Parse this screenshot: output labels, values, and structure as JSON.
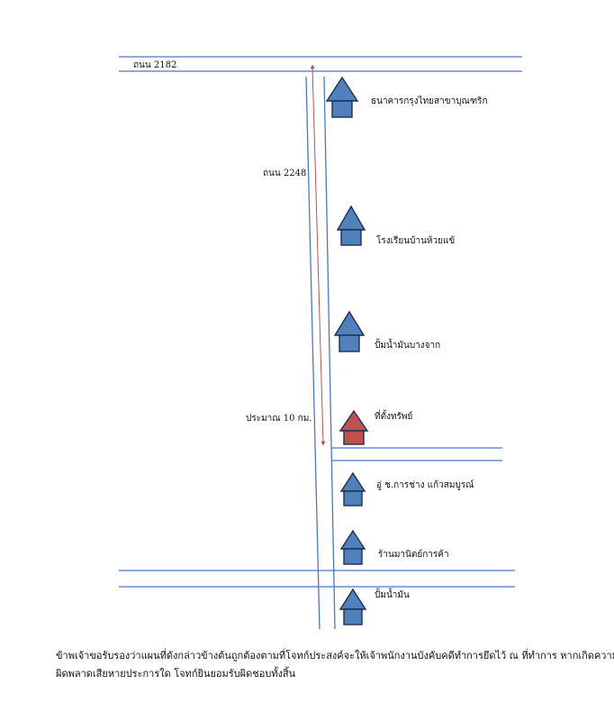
{
  "roads": {
    "top_road_label": "ถนน 2182",
    "vertical_road_label": "ถนน 2248",
    "distance_label": "ประมาณ 10 กม."
  },
  "places": [
    {
      "label": "ธนาคารกรุงไทยสาขาบุณฑริก",
      "kind": "landmark"
    },
    {
      "label": "โรงเรียนบ้านห้วยแข้",
      "kind": "landmark"
    },
    {
      "label": "ปั้มน้ำมันบางจาก",
      "kind": "landmark"
    },
    {
      "label": "ที่ตั้งทรัพย์",
      "kind": "property"
    },
    {
      "label": "อู่ ช.การช่าง แก้วสมบูรณ์",
      "kind": "landmark"
    },
    {
      "label": "ร้านมานิตย์การค้า",
      "kind": "landmark"
    },
    {
      "label": "ปั้มน้ำมัน",
      "kind": "landmark"
    }
  ],
  "colors": {
    "road": "#4a78c8",
    "landmark_fill": "#4f81bd",
    "property_fill": "#c0504d",
    "outline": "#1f2f4f",
    "distance_arrow": "#c0504d"
  },
  "icons": {
    "house": "house-icon"
  },
  "footer": {
    "line1": "ข้าพเจ้าขอรับรองว่าแผนที่ดังกล่าวข้างต้นถูกต้องตามที่โจทก์ประสงค์จะให้เจ้าพนักงานบังคับคดีทำการยึดไว้ ณ ที่ทำการ หากเกิดความ",
    "line2": "ผิดพลาดเสียหายประการใด โจทก์ยินยอมรับผิดชอบทั้งสิ้น"
  }
}
